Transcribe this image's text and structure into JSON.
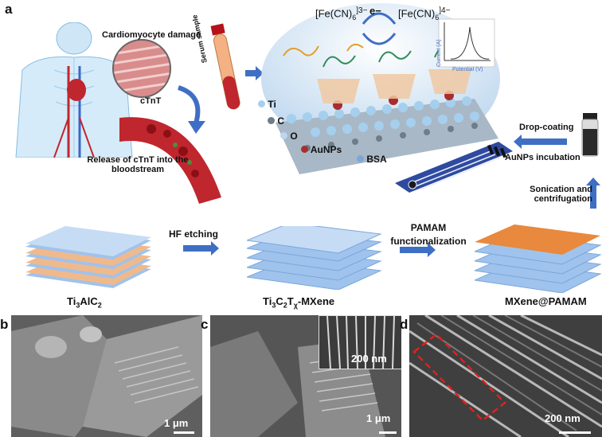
{
  "panels": {
    "a": "a",
    "b": "b",
    "c": "c",
    "d": "d"
  },
  "top": {
    "cardio_damage": "Cardiomyocyte damage",
    "serum": "Serum sample",
    "ctnt": "cTnT",
    "release": "Release of cTnT into the bloodstream",
    "redox_left": "[Fe(CN)",
    "redox_left_sub": "6",
    "redox_left_sup": "]3−",
    "electron": "e−",
    "redox_right": "[Fe(CN)",
    "redox_right_sub": "6",
    "redox_right_sup": "]4−",
    "inset_ylabel": "Current (A)",
    "inset_xlabel": "Potential (V)",
    "legend_ti": "Ti",
    "legend_c": "C",
    "legend_o": "O",
    "legend_au": "AuNPs",
    "legend_bsa": "BSA",
    "drop_coating": "Drop-coating",
    "aunps_incubation": "AuNPs incubation",
    "sonication": "Sonication and centrifugation"
  },
  "middle": {
    "step1": "HF etching",
    "step2": "PAMAM functionalization",
    "m1_main": "Ti",
    "m1_sub1": "3",
    "m1_mid": "AlC",
    "m1_sub2": "2",
    "m2_a": "Ti",
    "m2_sub1": "3",
    "m2_b": "C",
    "m2_sub2": "2",
    "m2_c": "T",
    "m2_sub3": "χ",
    "m2_d": "-MXene",
    "m3": "MXene@PAMAM"
  },
  "sem": {
    "b_scale": "1 μm",
    "c_scale": "1 μm",
    "c_inset_scale": "200 nm",
    "d_scale": "200 nm"
  },
  "colors": {
    "arrow": "#3f6fc4",
    "sheet_blue": "#9fc3ec",
    "sheet_orange": "#e8893d",
    "blood": "#c0262e"
  }
}
